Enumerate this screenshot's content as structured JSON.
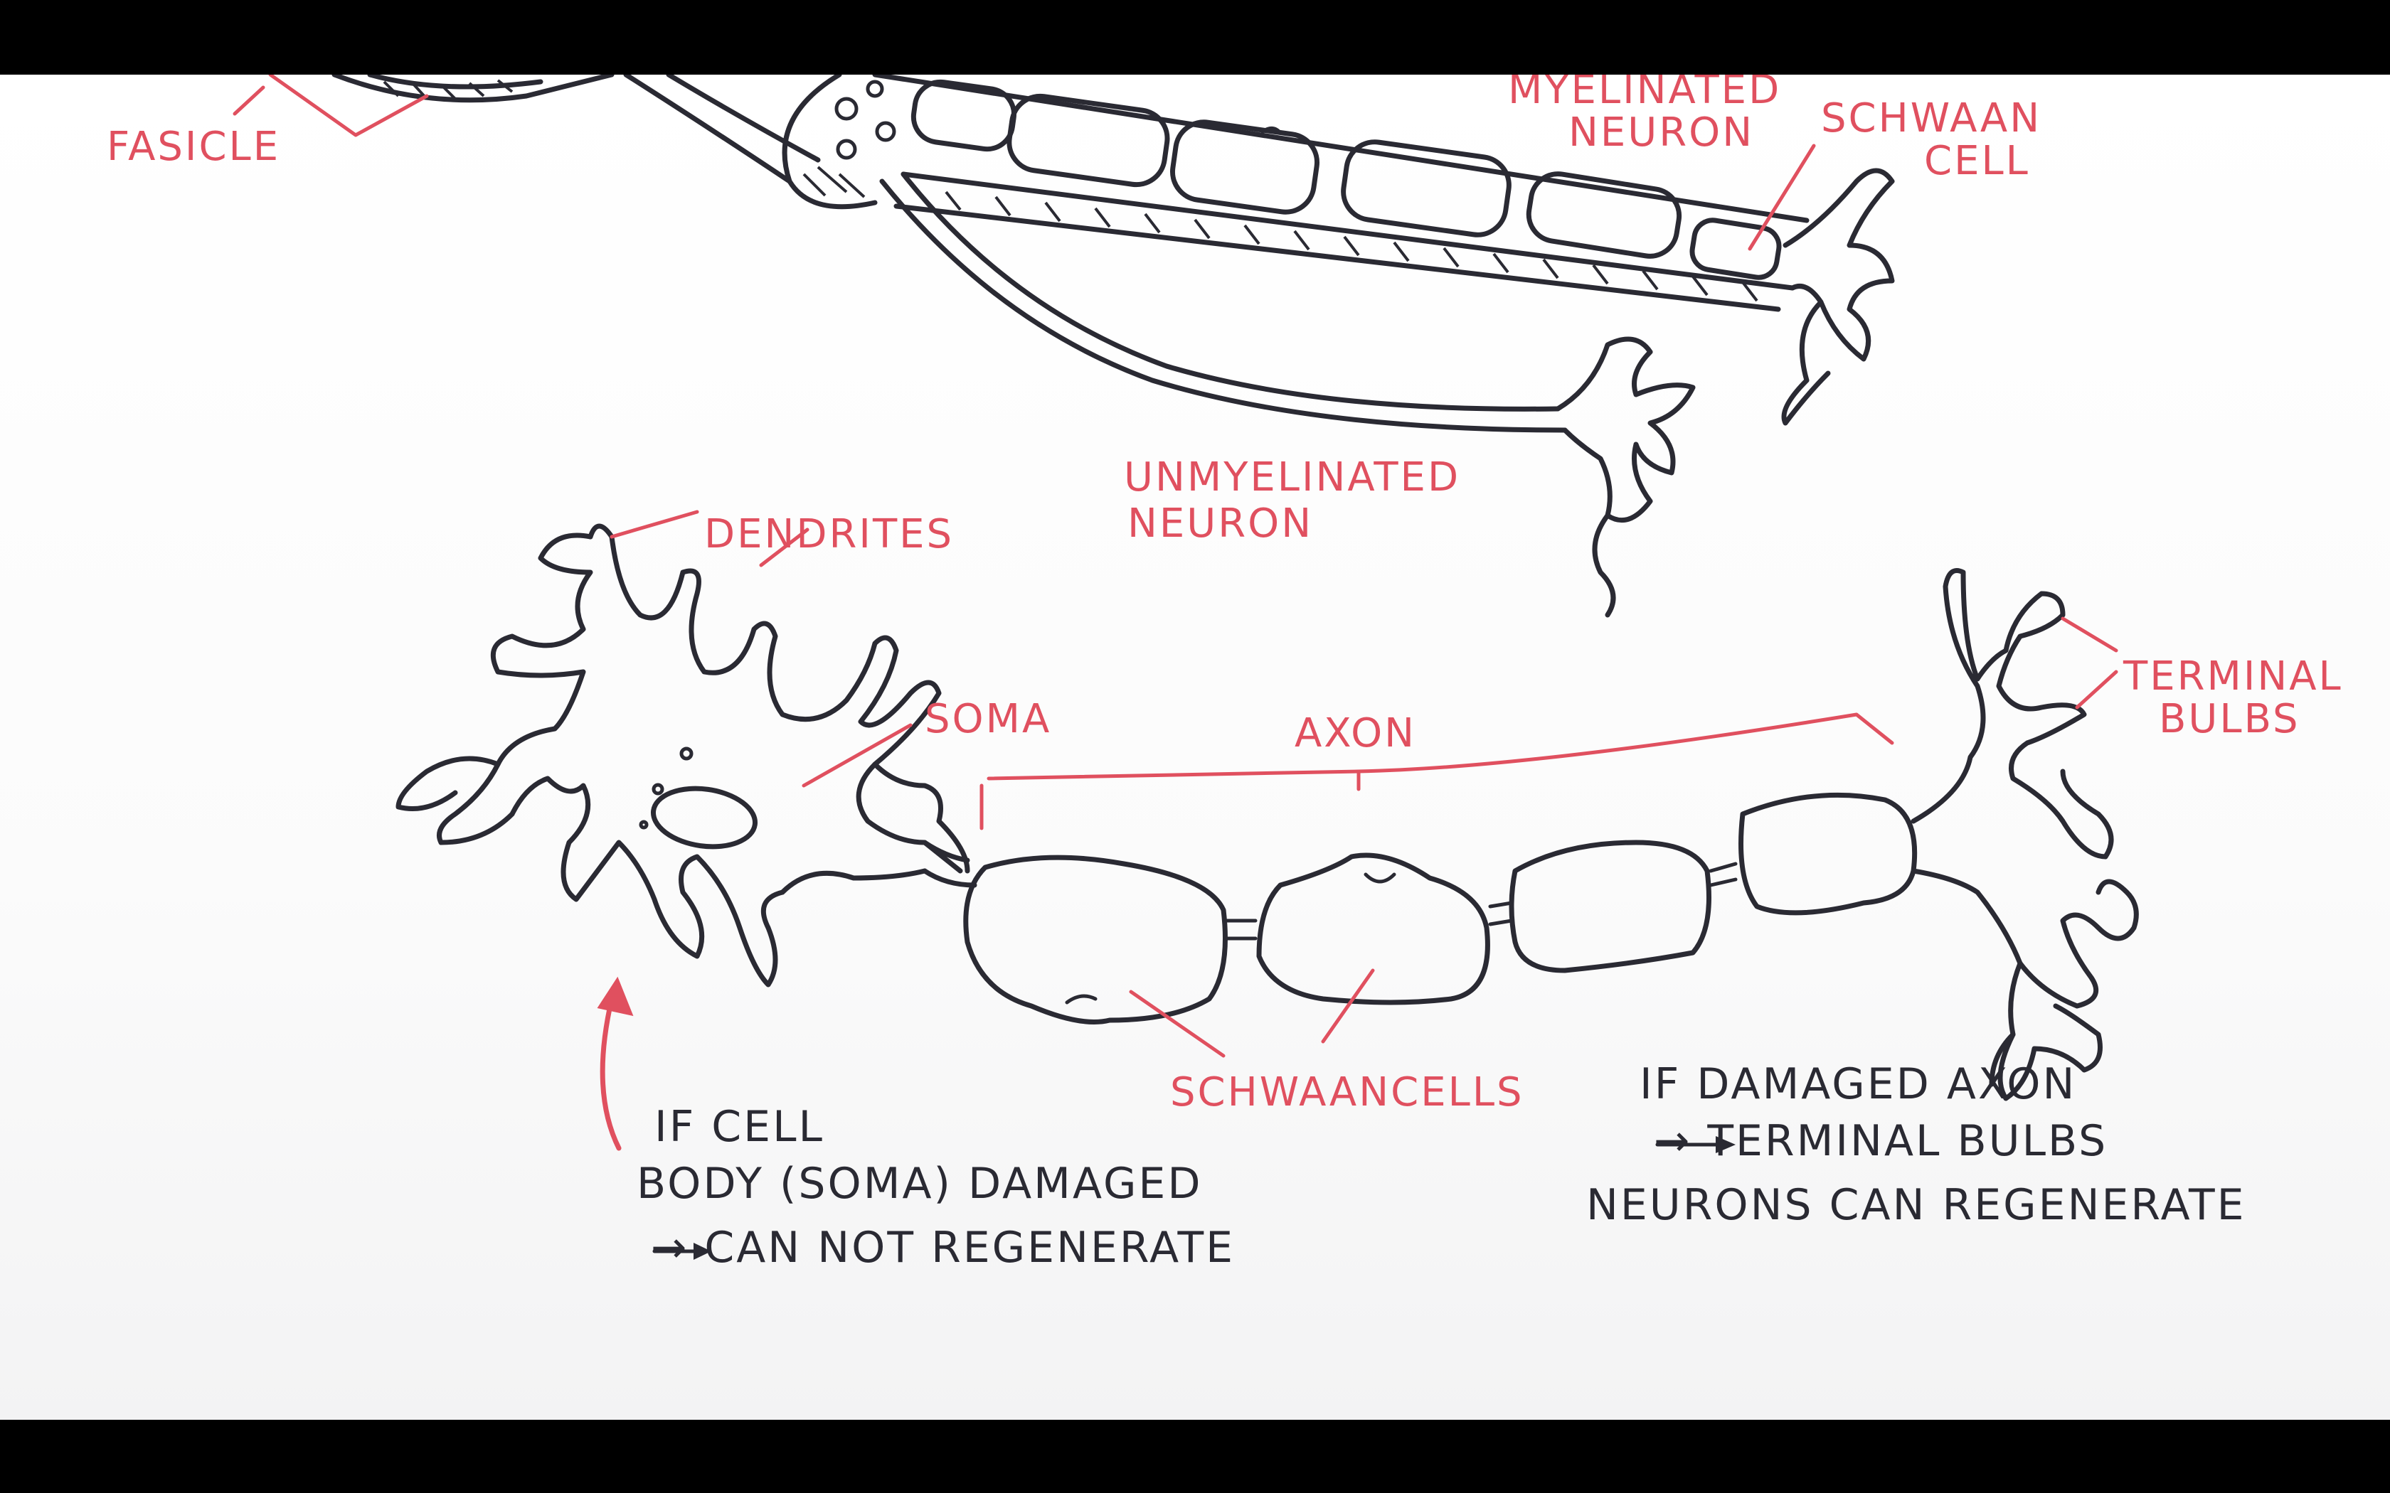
{
  "colors": {
    "ink": "#2a2a33",
    "marker_red": "#e0505f",
    "board": "#ffffff",
    "letterbox": "#000000"
  },
  "labels": {
    "fasicle": "FASICLE",
    "myelinated_1": "MYELINATED",
    "myelinated_2": "NEURON",
    "schwaan_top_1": "SCHWAAN",
    "schwaan_top_2": "CELL",
    "unmyelinated_1": "UNMYELINATED",
    "unmyelinated_2": "NEURON",
    "dendrites": "DENDRITES",
    "soma": "SOMA",
    "axon": "AXON",
    "terminal_1": "TERMINAL",
    "terminal_2": "BULBS",
    "schwaan_cells": "SCHWAANCELLS"
  },
  "notes": {
    "soma_line1": "IF CELL",
    "soma_line2": "BODY (SOMA) DAMAGED",
    "soma_line3": "→ CAN NOT REGENERATE",
    "axon_line1": "IF DAMAGED AXON",
    "axon_line2": "→ TERMINAL BULBS",
    "axon_line3": "NEURONS CAN REGENERATE"
  }
}
